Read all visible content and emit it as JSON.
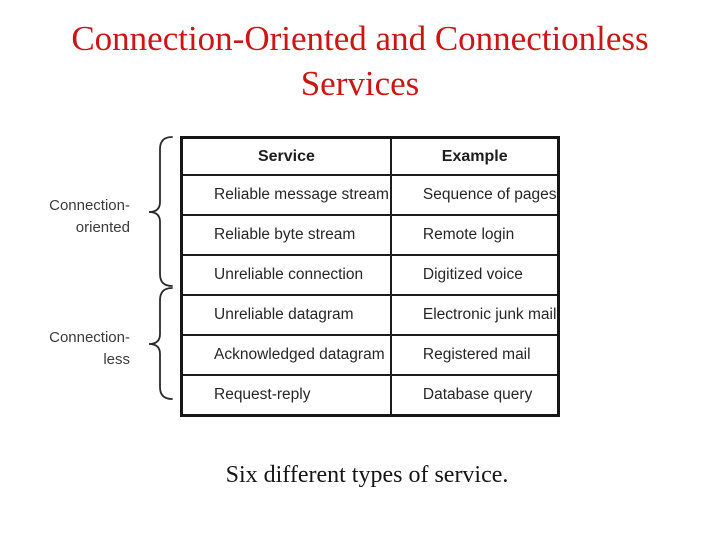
{
  "slide": {
    "title_line1": "Connection-Oriented and Connectionless",
    "title_line2": "Services",
    "title_color": "#cc1515",
    "caption": "Six different types of service."
  },
  "figure": {
    "groups": [
      {
        "label": "Connection-\noriented"
      },
      {
        "label": "Connection-\nless"
      }
    ],
    "table": {
      "headers": {
        "service": "Service",
        "example": "Example"
      },
      "rows": [
        {
          "service": "Reliable message stream",
          "example": "Sequence of pages"
        },
        {
          "service": "Reliable byte stream",
          "example": "Remote login"
        },
        {
          "service": "Unreliable connection",
          "example": "Digitized voice"
        },
        {
          "service": "Unreliable datagram",
          "example": "Electronic junk mail"
        },
        {
          "service": "Acknowledged datagram",
          "example": "Registered mail"
        },
        {
          "service": "Request-reply",
          "example": "Database query"
        }
      ]
    }
  }
}
